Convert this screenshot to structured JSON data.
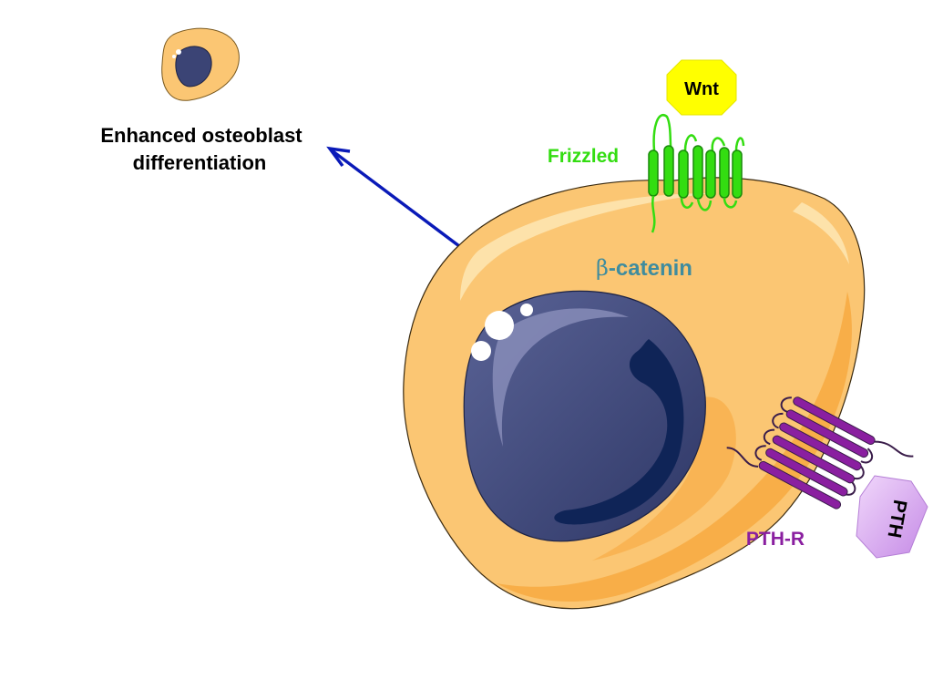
{
  "labels": {
    "outcome_line1": "Enhanced osteoblast",
    "outcome_line2": "differentiation",
    "wnt": "Wnt",
    "frizzled": "Frizzled",
    "beta_symbol": "β",
    "catenin": "-catenin",
    "pthr": "PTH-R",
    "pth": "PTH"
  },
  "colors": {
    "cell_fill": "#fbc673",
    "cell_shade": "#f7a53a",
    "nucleus": "#3b4475",
    "nucleus_dark": "#0f2457",
    "wnt_fill": "#ffff00",
    "frizzled": "#33dd11",
    "beta_catenin_text": "#3f8c9e",
    "pthr": "#8a1fa0",
    "pth_fill": "#d9a8f0",
    "arrow": "#0a1ab8"
  }
}
